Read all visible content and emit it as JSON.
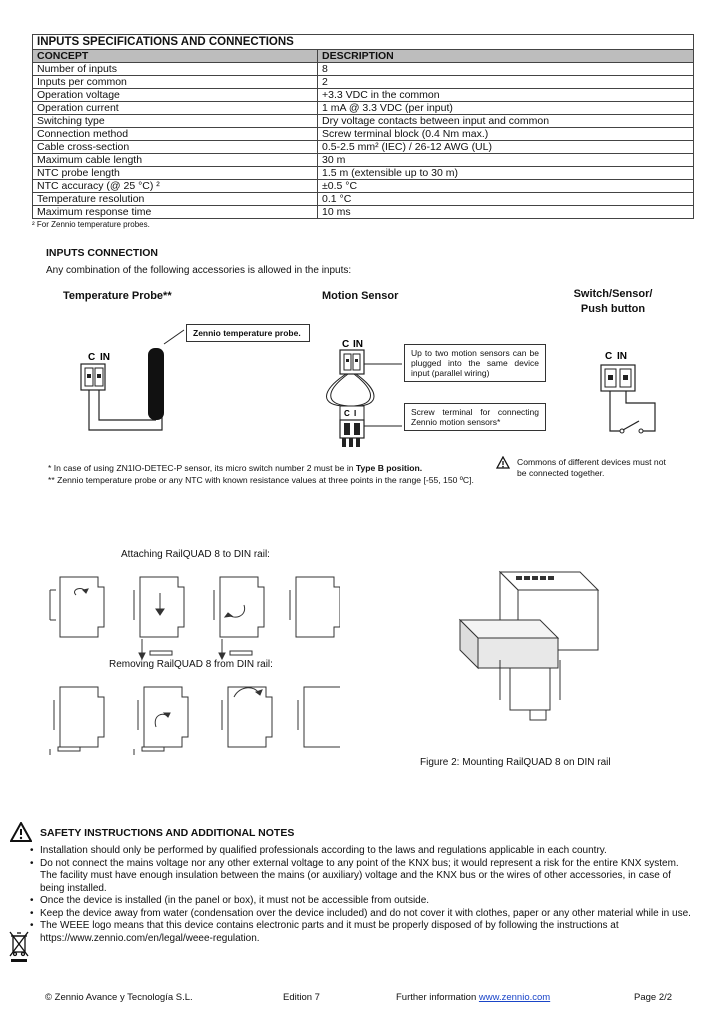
{
  "table": {
    "title": "INPUTS SPECIFICATIONS AND CONNECTIONS",
    "headers": [
      "CONCEPT",
      "DESCRIPTION"
    ],
    "rows": [
      [
        "Number of inputs",
        "8"
      ],
      [
        "Inputs per common",
        "2"
      ],
      [
        "Operation voltage",
        "+3.3 VDC in the common"
      ],
      [
        "Operation current",
        "1 mA @ 3.3 VDC (per input)"
      ],
      [
        "Switching type",
        "Dry voltage contacts between input and common"
      ],
      [
        "Connection method",
        "Screw terminal block (0.4 Nm max.)"
      ],
      [
        "Cable cross-section",
        "0.5-2.5 mm² (IEC) / 26-12 AWG (UL)"
      ],
      [
        "Maximum cable length",
        "30 m"
      ],
      [
        "NTC probe length",
        "1.5 m (extensible up to 30 m)"
      ],
      [
        "NTC accuracy (@ 25 °C) ²",
        "±0.5 °C"
      ],
      [
        "Temperature resolution",
        "0.1 °C"
      ],
      [
        "Maximum response time",
        "10 ms"
      ]
    ],
    "footnote": "² For Zennio temperature probes."
  },
  "inputs_connection": {
    "heading": "INPUTS CONNECTION",
    "intro": "Any combination of the following accessories is allowed in the inputs:",
    "temp_probe_label": "Temperature Probe**",
    "motion_sensor_label": "Motion Sensor",
    "switch_label_1": "Switch/Sensor/",
    "switch_label_2": "Push button",
    "probe_box": "Zennio temperature probe.",
    "motion_box_1": "Up to two motion sensors can be plugged into the same device input (parallel wiring)",
    "motion_box_2": "Screw terminal for connecting Zennio motion sensors*",
    "terminal_c": "C",
    "terminal_in": "IN",
    "terminal_i": "I",
    "note_1_pre": "* In case of using ZN1IO-DETEC-P sensor, its micro switch number 2 must be in ",
    "note_1_bold": "Type B position.",
    "note_2": "** Zennio temperature probe or any NTC with known resistance values at three points in the range [-55, 150 ºC].",
    "commons_warning": "Commons of different devices must not be connected together."
  },
  "mounting": {
    "attach_label": "Attaching RailQUAD 8 to DIN rail:",
    "remove_label": "Removing RailQUAD 8 from DIN rail:",
    "figure_caption": "Figure 2: Mounting RailQUAD 8 on DIN rail"
  },
  "safety": {
    "heading": "SAFETY INSTRUCTIONS AND ADDITIONAL NOTES",
    "items": [
      "Installation should only be performed by qualified professionals according to the laws and regulations applicable in each country.",
      "Do not connect the mains voltage nor any other external voltage to any point of the KNX bus; it would represent a risk for the entire KNX system. The facility must have enough insulation between the mains (or auxiliary) voltage and the KNX bus or the wires of other accessories, in case of being installed.",
      "Once the device is installed (in the panel or box), it must not be accessible from outside.",
      "Keep the device away from water (condensation over the device included) and do not cover it with clothes, paper or any other material while in use.",
      "The WEEE logo means that this device contains electronic parts and it must be properly disposed of by following the instructions at https://www.zennio.com/en/legal/weee-regulation."
    ]
  },
  "footer": {
    "company": "© Zennio Avance y Tecnología S.L.",
    "edition": "Edition 7",
    "further_info": "Further information ",
    "url": "www.zennio.com",
    "page": "Page 2/2"
  },
  "icons": [
    "warning-icon",
    "weee-bin-icon"
  ]
}
